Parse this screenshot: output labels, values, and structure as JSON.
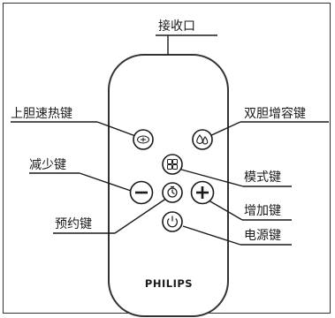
{
  "labels": {
    "receiver": "接收口",
    "upper_heat": "上胆速热键",
    "dual_boost": "双胆增容键",
    "decrease": "减少键",
    "mode": "模式键",
    "increase": "增加键",
    "schedule": "预约键",
    "power": "电源键"
  },
  "brand": "PHILIPS",
  "colors": {
    "line": "#1a1a1a",
    "remote_body": "#ffffff",
    "remote_border": "#333333",
    "text": "#1a1a1a"
  },
  "icons": {
    "upper_heat_button": "upper-heat-icon",
    "dual_boost_button": "water-drops-icon",
    "mode_button": "grid-icon",
    "decrease_button": "minus-icon",
    "schedule_button": "clock-icon",
    "increase_button": "plus-icon",
    "power_button": "power-icon"
  }
}
